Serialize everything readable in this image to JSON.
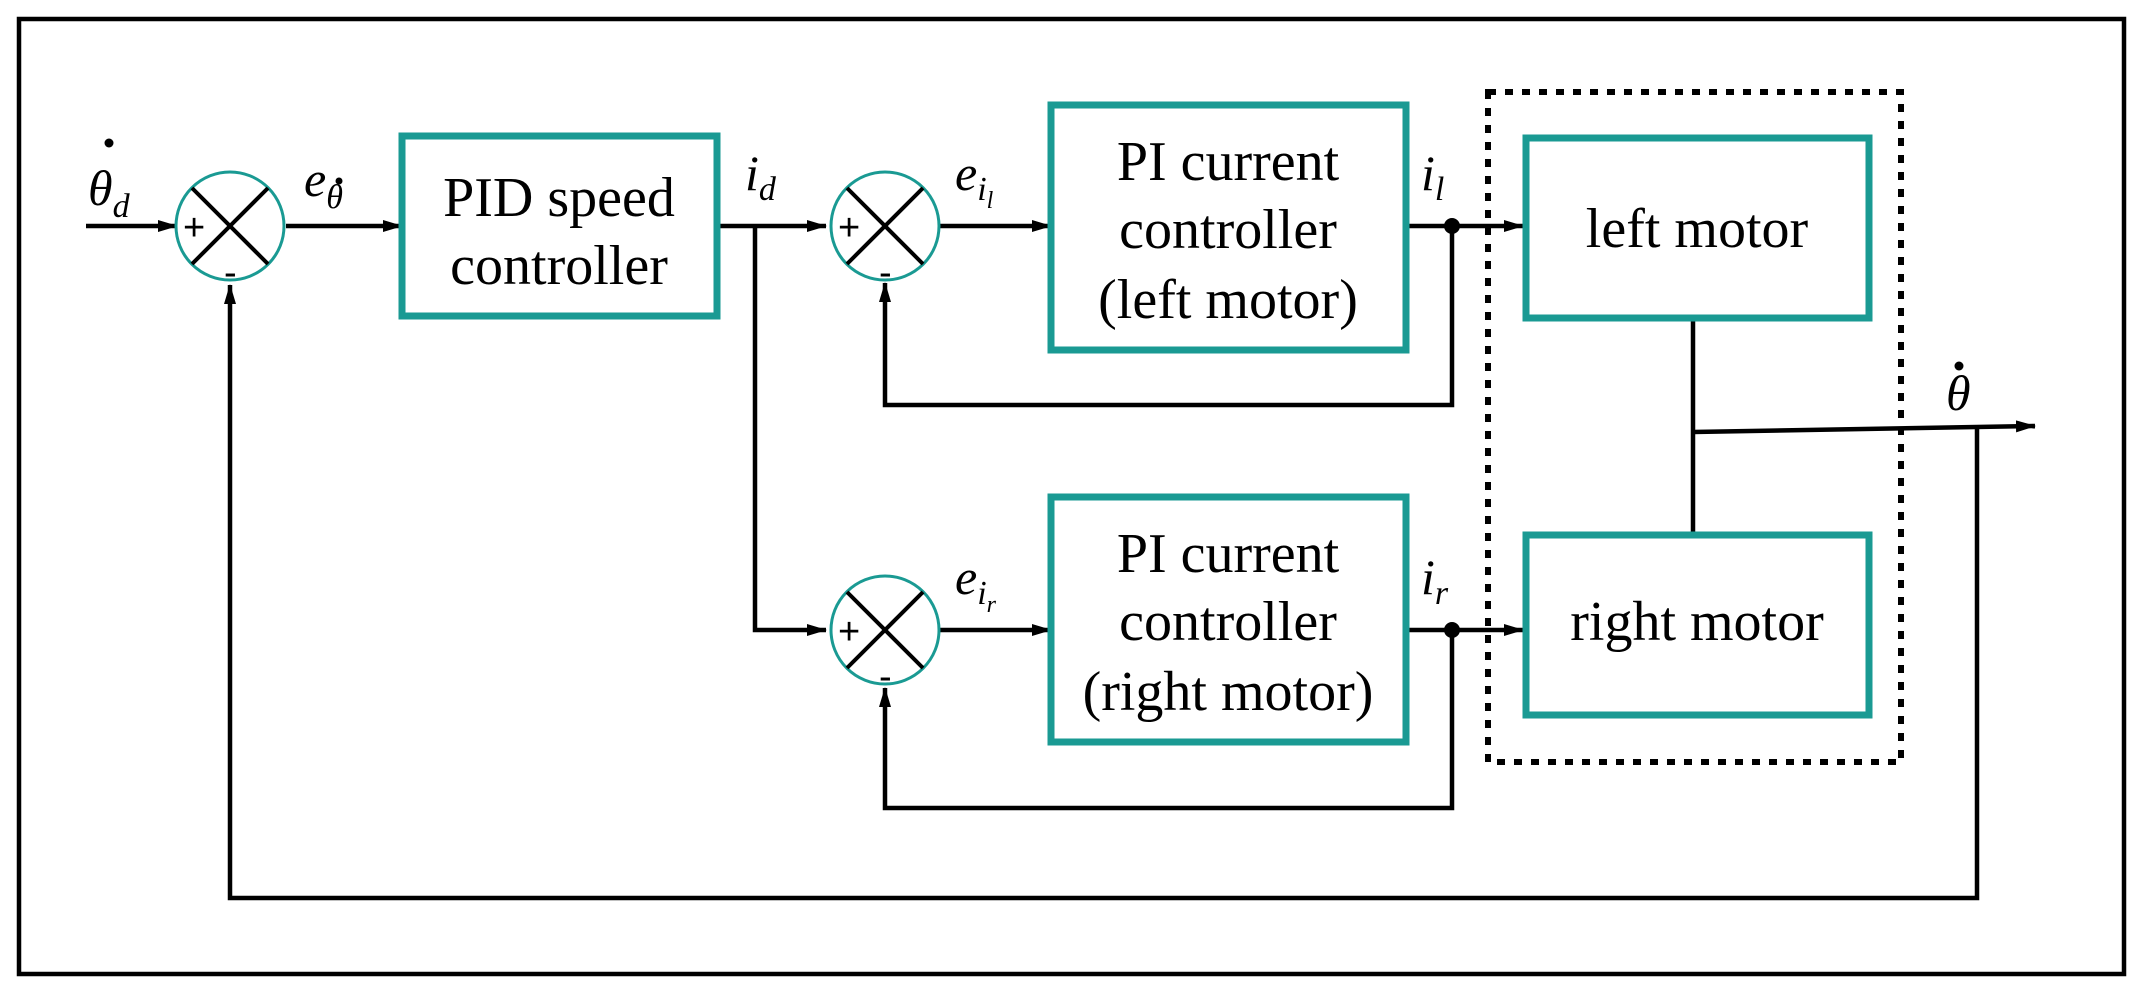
{
  "blocks": {
    "pid": {
      "lines": [
        "PID speed",
        "controller"
      ]
    },
    "pi_left": {
      "lines": [
        "PI current",
        "controller",
        "(left motor)"
      ]
    },
    "pi_right": {
      "lines": [
        "PI current",
        "controller",
        "(right motor)"
      ]
    },
    "left_motor": {
      "label": "left motor"
    },
    "right_motor": {
      "label": "right motor"
    }
  },
  "signals": {
    "theta_d_dot": {
      "base": "θ",
      "sub": "d"
    },
    "e_theta_dot": {
      "base": "e",
      "sub": "θ"
    },
    "i_d": {
      "base": "i",
      "sub": "d"
    },
    "e_il": {
      "base": "e",
      "sub": "i",
      "subsub": "l"
    },
    "i_l": {
      "base": "i",
      "sub": "l"
    },
    "e_ir": {
      "base": "e",
      "sub": "i",
      "subsub": "r"
    },
    "i_r": {
      "base": "i",
      "sub": "r"
    },
    "theta_dot": {
      "base": "θ"
    }
  },
  "summing_junctions": {
    "plus": "+",
    "minus": "-"
  },
  "colors": {
    "block_border": "#1a9a93",
    "wire": "#000000"
  }
}
